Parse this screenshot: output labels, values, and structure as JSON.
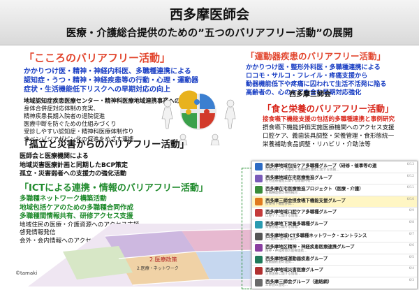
{
  "header": {
    "title": "西多摩医師会",
    "subtitle": "医療・介護総合提供のための”五つのバリアフリー活動”の展開"
  },
  "kokoro": {
    "title": "「こころのバリアフリー活動」",
    "blue": [
      "かかりつけ医・精神・神経内科医、多職種連携による",
      "認知症・うつ・精神・神経疾患等の行動・心理・運動器",
      "症状・生活機能低下リスクへの早期対応の向上"
    ],
    "bold": "地域認知症疾患医療センター・精神科医療地域連携事業への参画",
    "items": [
      "身体合併症対応体制の充実、",
      "精神疾患長期入院者の退院促進",
      "医療中断を防ぐための仕組みづくり",
      "受診しやすい認知症・精神科医療体制作り",
      "非ベンゾジアゼピン化の促進をめざす連携"
    ]
  },
  "undoki": {
    "title": "「運動器疾患のバリアフリー活動」",
    "blue": [
      "かかりつけ医・整形外科医・多職種連携による",
      "ロコモ・サルコ・フレイル・疼痛支援から",
      "動器機能低下や疼痛に囚われて生活不活発に陥る",
      "高齢者の、心のケアを含む早期対応強化"
    ]
  },
  "sanshikai": {
    "label": "西多摩三師会",
    "title": "「食と栄養のバリアフリー活動」",
    "red": "接食嚥下機能支援の包括的多職種連携と事例研究",
    "items": [
      "摂食嚥下機能評価実施医療機関へのアクセス支援",
      "口腔ケア、義歯装具調整・栄養管理・食形態統一",
      "栄養補助食品調整・リハビリ・介助法等"
    ]
  },
  "koritsu": {
    "title": "「孤立と災害からのバリアフリー活動」",
    "items": [
      "医師会と医療機関による",
      "地域災害医療計画と同期したBCP策定",
      "孤立・災害弱者への支援力の強化活動"
    ]
  },
  "ict": {
    "title": "「ICTによる連携・情報のバリアフリー活動」",
    "green": [
      "多職種ネットワーク構築活動",
      "地域包括ケアのための多職種合同作成",
      "多職種間情報共有、研修アクセス支援"
    ],
    "items": [
      "地域住民の医療・介護資源へのアクセス支援",
      "啓発情報発信",
      "会外・会内情報へのアクセスと意思決定の迅速化"
    ]
  },
  "floor_labels": {
    "a": "2.医療・ネットワーク",
    "b": "2.医療政策"
  },
  "copyright": "©tamaki",
  "phone": {
    "rows": [
      {
        "name": "西多摩地域包括ケア多職種グループ（研修・催事等の連",
        "sub": "地域包括ケアの推進と多職種の連携に関する情報…",
        "date": "6/13",
        "color": "#2d6bc4"
      },
      {
        "name": "西多摩地域在宅医療推進グループ",
        "sub": "在宅医療推進に関する情報共有…",
        "date": "6/12",
        "color": "#7a5ab8"
      },
      {
        "name": "西多摩在宅医療推進プロジェクト（医療・介護）",
        "sub": "多職種連携の事例検討…",
        "date": "6/11",
        "color": "#3a8c3a"
      },
      {
        "name": "西多摩三師会摂食嚥下機能支援グループ",
        "sub": "摂食嚥下機能評価…",
        "date": "6/10",
        "color": "#e07a1f",
        "hl": true
      },
      {
        "name": "西多摩地域口腔ケア多職種グループ",
        "sub": "口腔ケアに関する情報…",
        "date": "6/9",
        "color": "#c43a3a"
      },
      {
        "name": "西多摩地下栄養多職種グループ",
        "sub": "栄養管理に関する情報…",
        "date": "6/8",
        "color": "#2a9bb0"
      },
      {
        "name": "西多摩地域ICT多職種ネットワーク・エントランス",
        "sub": "ICT連携に関する案内…",
        "date": "6/7",
        "color": "#555555"
      },
      {
        "name": "西多摩地区精神・神経疾患医療連携グループ",
        "sub": "精神・神経疾患の医療連携…",
        "date": "6/6",
        "color": "#8a3fa0"
      },
      {
        "name": "西多摩地域運動器疾患グループ",
        "sub": "運動器疾患の連携…",
        "date": "6/5",
        "color": "#1f7a5a"
      },
      {
        "name": "西多摩地域災害医療グループ",
        "sub": "災害医療に関する情報…",
        "date": "6/4",
        "color": "#b03030"
      },
      {
        "name": "西多摩三師会グループ（連絡網）",
        "sub": "三師会の連絡…",
        "date": "6/3",
        "color": "#6a6a6a"
      }
    ]
  }
}
